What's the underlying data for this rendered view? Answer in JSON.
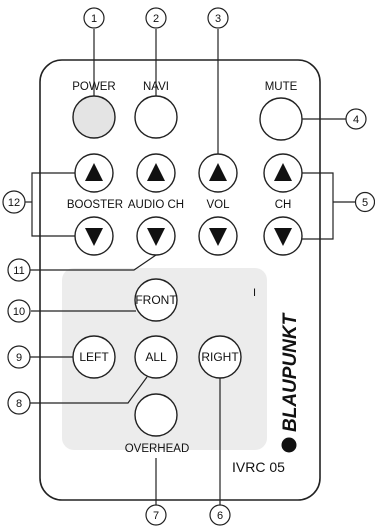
{
  "remote": {
    "brand": "BLAUPUNKT",
    "model": "IVRC 05",
    "pad_mark": "I"
  },
  "labels": {
    "power": "POWER",
    "navi": "NAVI",
    "mute": "MUTE",
    "booster": "BOOSTER",
    "audio_ch": "AUDIO CH",
    "vol": "VOL",
    "ch": "CH",
    "front": "FRONT",
    "left": "LEFT",
    "all": "ALL",
    "right": "RIGHT",
    "overhead": "OVERHEAD"
  },
  "callouts": [
    "1",
    "2",
    "3",
    "4",
    "5",
    "6",
    "7",
    "8",
    "9",
    "10",
    "11",
    "12"
  ]
}
